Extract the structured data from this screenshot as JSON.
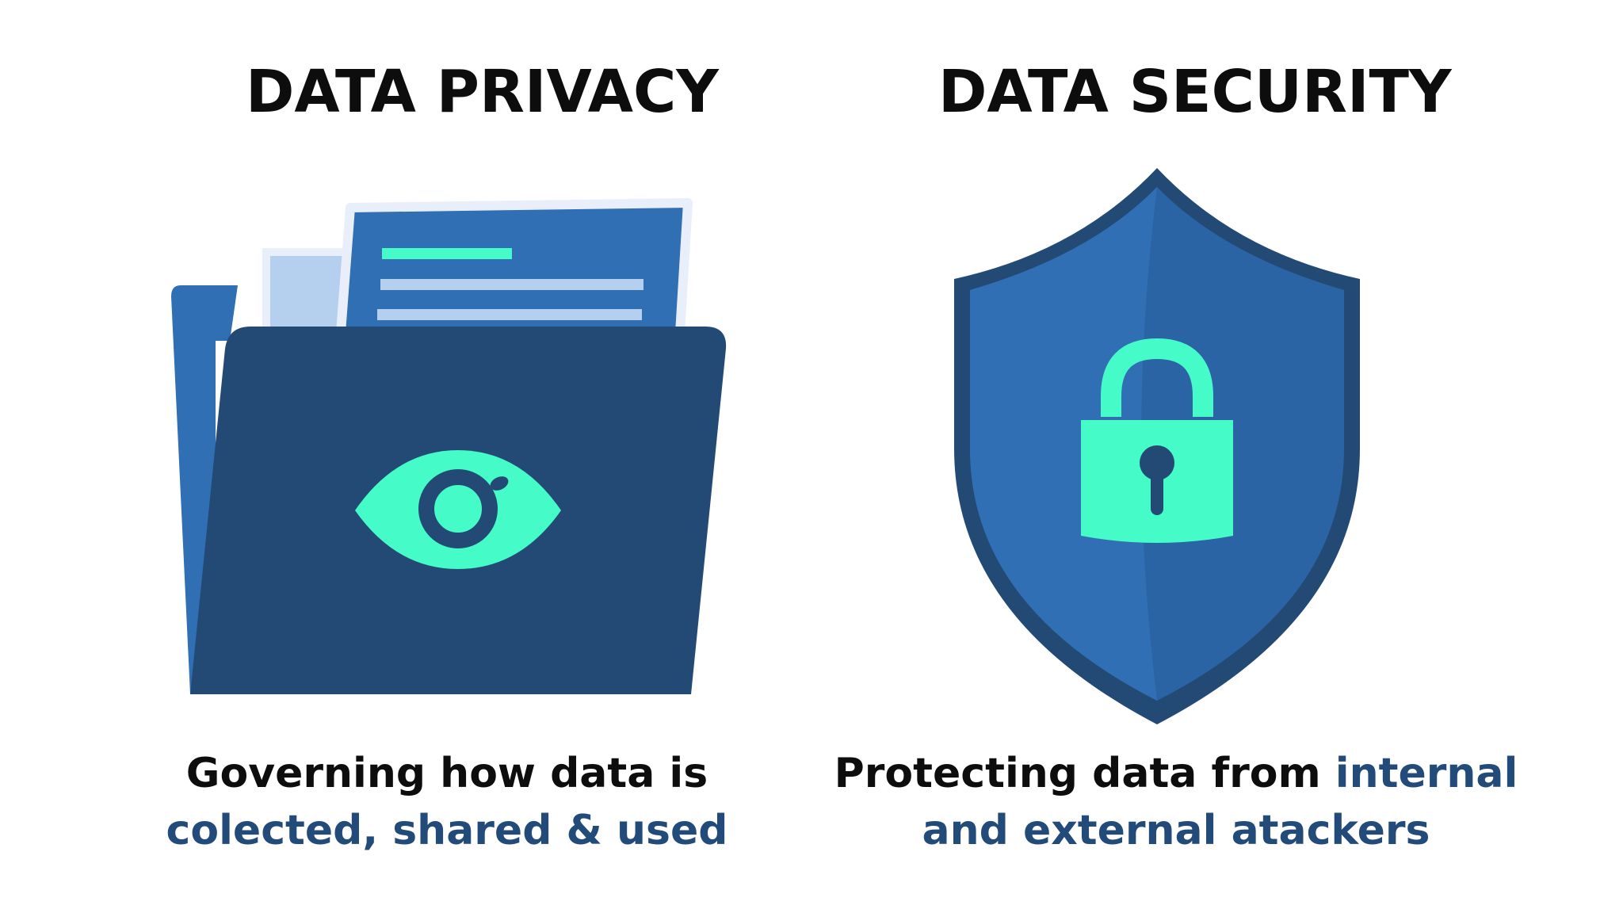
{
  "left_panel": {
    "title": "DATA PRIVACY",
    "icon": "folder-eye-icon",
    "caption": {
      "line1": "Governing how data is",
      "line2_highlight": "colected, shared & used"
    }
  },
  "right_panel": {
    "title": "DATA SECURITY",
    "icon": "shield-lock-icon",
    "caption": {
      "line1_plain": "Protecting data from ",
      "line1_highlight": "internal",
      "line2_highlight": "and external atackers"
    }
  },
  "colors": {
    "navy": "#234a75",
    "blue": "#306fb4",
    "mid_blue": "#2a64a5",
    "light_blue": "#b5cfee",
    "paper_border": "#e9effa",
    "mint": "#45fbc8",
    "text_dark": "#0d0d0d",
    "text_accent": "#234b7a"
  }
}
